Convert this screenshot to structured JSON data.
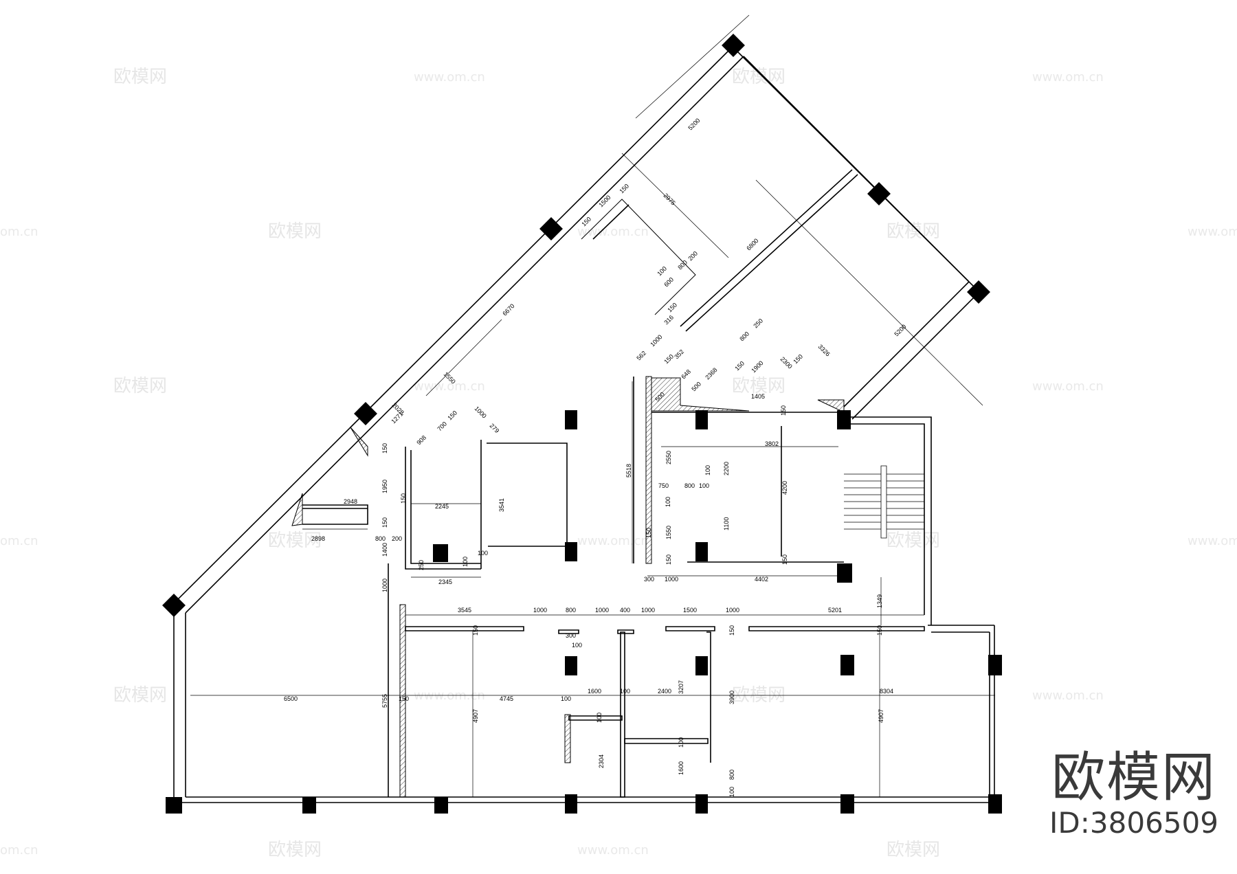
{
  "watermark": {
    "brand": "欧模网",
    "url": "www.om.cn",
    "url_partial": "om.cn"
  },
  "logo": {
    "name": "欧模网",
    "id": "ID:3806509"
  },
  "dimensions": {
    "d5200_top": "5200",
    "d2975": "2975",
    "d1500": "1500",
    "d150_a": "150",
    "d150_b": "150",
    "d6800": "6800",
    "d200": "200",
    "d800_a": "800",
    "d100_a": "100",
    "d600": "600",
    "d6670": "6670",
    "d150_c": "150",
    "d316": "316",
    "d1000_a": "1000",
    "d562": "562",
    "d352": "352",
    "d150_d": "150",
    "d648": "648",
    "d500_a": "500",
    "d2368": "2368",
    "d800_b": "800",
    "d250_a": "250",
    "d150_e": "150",
    "d1900": "1900",
    "d2300": "2300",
    "d3326": "3326",
    "d5200_right": "5200",
    "d150_f": "150",
    "d1405": "1405",
    "d500_b": "500",
    "d1550_a": "1550",
    "d2028": "2028",
    "d1271": "1271",
    "d908": "908",
    "d700": "700",
    "d150_g": "150",
    "d1000_b": "1000",
    "d279": "279",
    "d150_h": "150",
    "d1950": "1950",
    "d150_i": "150",
    "d2948": "2948",
    "d2245": "2245",
    "d3541": "3541",
    "d150_j": "150",
    "d2898": "2898",
    "d800_c": "800",
    "d200_b": "200",
    "d1400": "1400",
    "d250_b": "250",
    "d100_b": "100",
    "d100_c": "100",
    "d2345": "2345",
    "d5518": "5518",
    "d2550": "2550",
    "d150_k": "150",
    "d3802": "3802",
    "d100_d": "100",
    "d2200": "2200",
    "d4200": "4200",
    "d750": "750",
    "d800_d": "800",
    "d100_e": "100",
    "d100_f": "100",
    "d1100": "1100",
    "d1550_b": "1550",
    "d150_l": "150",
    "d150_m": "150",
    "d150_n": "150",
    "d300_a": "300",
    "d1000_c": "1000",
    "d4402": "4402",
    "d1000_d": "1000",
    "d1349": "1349",
    "d3545": "3545",
    "d1000_e": "1000",
    "d800_e": "800",
    "d1000_f": "1000",
    "d400": "400",
    "d1000_g": "1000",
    "d1500_b": "1500",
    "d1000_h": "1000",
    "d5201": "5201",
    "d150_o": "150",
    "d300_b": "300",
    "d100_g": "100",
    "d150_p": "150",
    "d150_q": "150",
    "d6500": "6500",
    "d5755": "5755",
    "d150_r": "150",
    "d4745": "4745",
    "d100_h": "100",
    "d1600_a": "1600",
    "d100_i": "100",
    "d2400": "2400",
    "d3207": "3207",
    "d3900": "3900",
    "d8304": "8304",
    "d4907_a": "4907",
    "d4907_b": "4907",
    "d100_j": "100",
    "d2304": "2304",
    "d100_k": "100",
    "d1600_b": "1600",
    "d100_l": "100",
    "d800_f": "800"
  }
}
